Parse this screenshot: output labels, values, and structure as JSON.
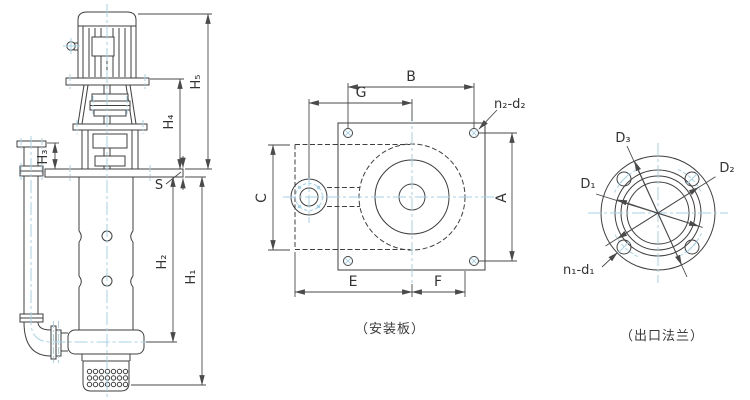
{
  "views": {
    "side": {
      "h1": "H₁",
      "h2": "H₂",
      "h3": "H₃",
      "h4": "H₄",
      "h5": "H₅",
      "s": "S"
    },
    "plate": {
      "caption": "（安装板）",
      "a": "A",
      "b": "B",
      "c": "C",
      "e": "E",
      "f": "F",
      "g": "G",
      "holes": "n₂-d₂"
    },
    "flange": {
      "caption": "（出口法兰）",
      "d1": "D₁",
      "d2": "D₂",
      "d3": "D₃",
      "holes": "n₁-d₁"
    }
  },
  "colors": {
    "line": "#3f3f3f",
    "centerline": "#a6d3e8",
    "dimension": "#4a4a4a",
    "background": "#ffffff"
  }
}
